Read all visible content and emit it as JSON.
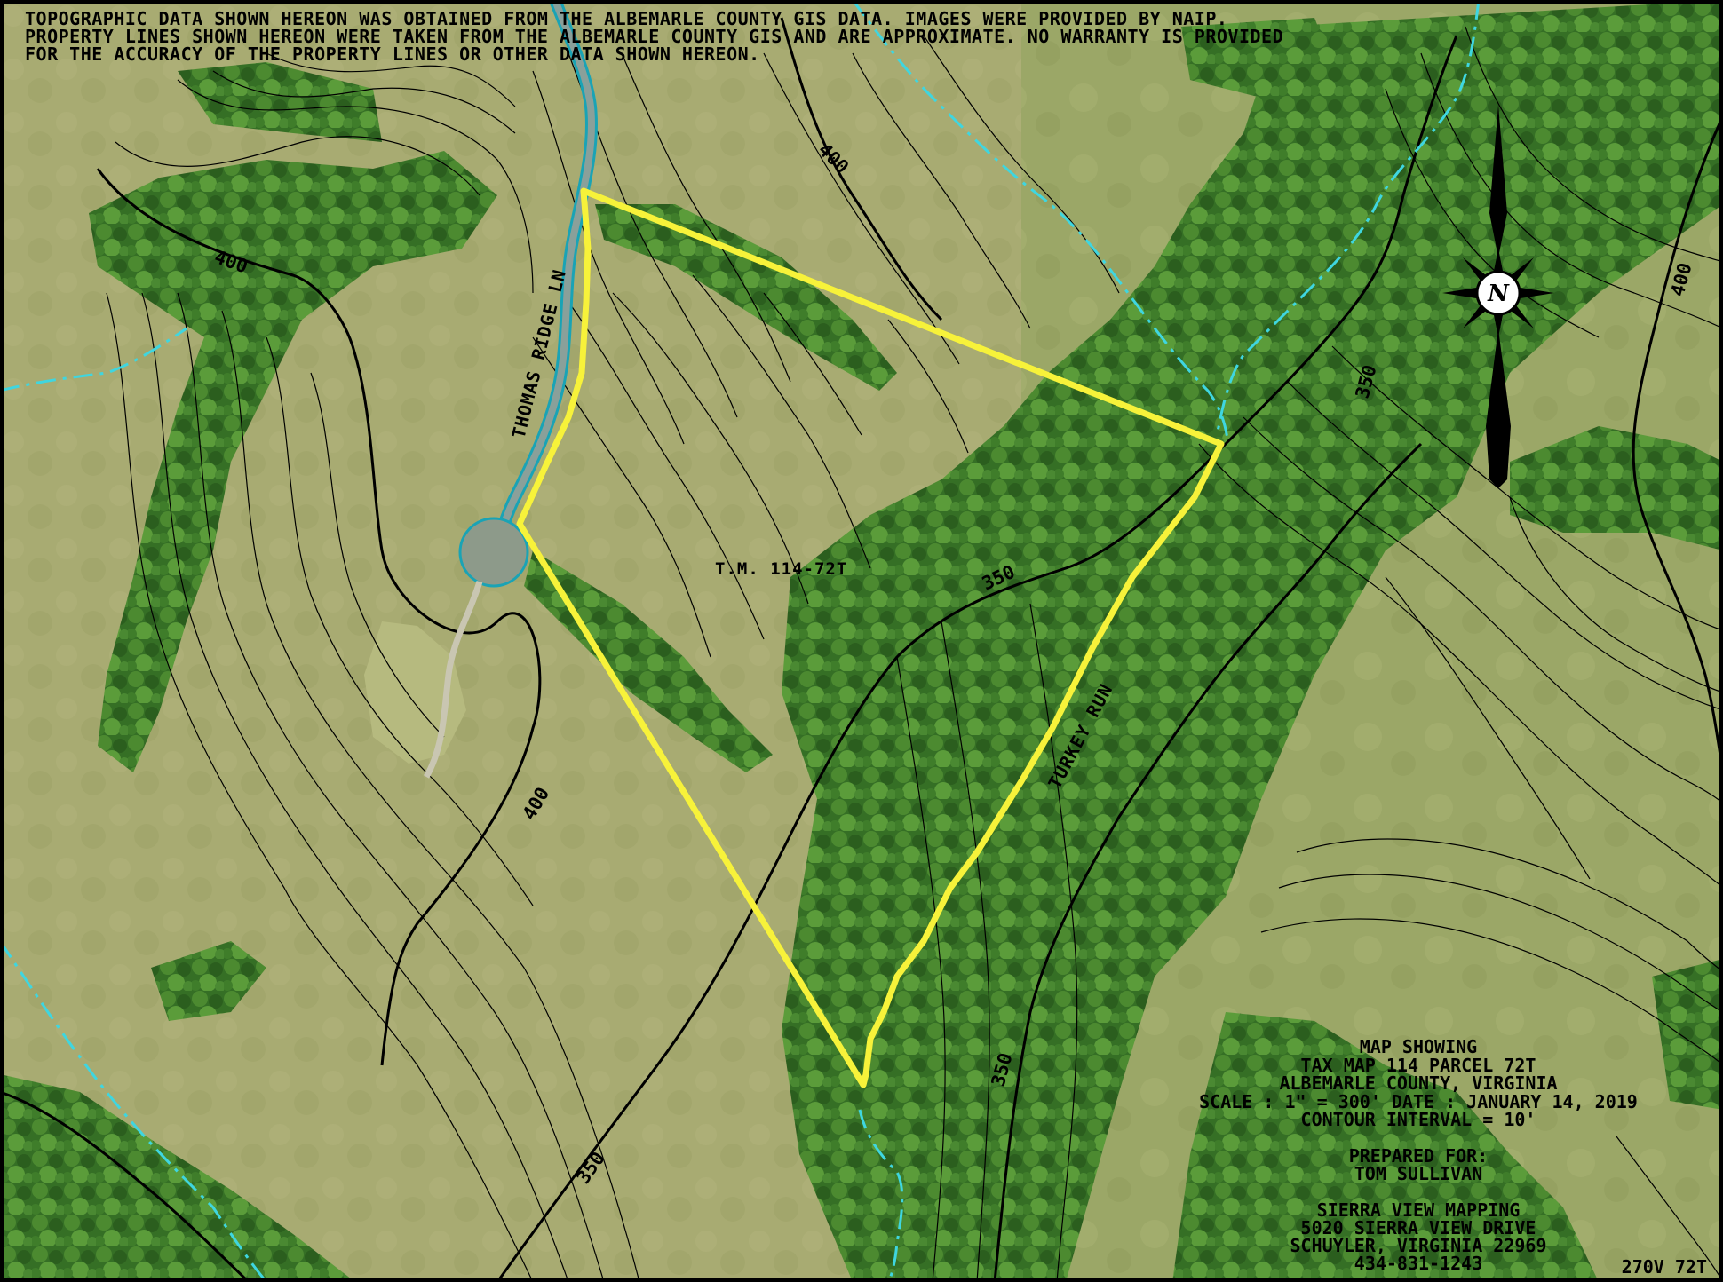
{
  "notes": {
    "line1": "TOPOGRAPHIC DATA SHOWN HEREON WAS OBTAINED FROM THE ALBEMARLE COUNTY GIS DATA.  IMAGES WERE PROVIDED BY NAIP.",
    "line2": "PROPERTY LINES SHOWN HEREON WERE TAKEN FROM THE ALBEMARLE COUNTY GIS AND ARE APPROXIMATE.  NO WARRANTY IS PROVIDED",
    "line3": "FOR THE ACCURACY OF THE PROPERTY LINES OR OTHER DATA SHOWN HEREON."
  },
  "labels": {
    "road": "THOMAS RIDGE LN",
    "creek": "TURKEY RUN",
    "parcel": "T.M. 114-72T",
    "contour_400": "400",
    "contour_350": "350"
  },
  "title_block": {
    "line1": "MAP SHOWING",
    "line2": "TAX MAP 114 PARCEL 72T",
    "line3": "ALBEMARLE COUNTY, VIRGINIA",
    "line4": "SCALE :  1\" = 300'   DATE :  JANUARY 14, 2019",
    "line5": "CONTOUR INTERVAL = 10'",
    "line6": "PREPARED FOR:",
    "line7": "TOM SULLIVAN",
    "line8": "SIERRA VIEW MAPPING",
    "line9": "5020 SIERRA VIEW DRIVE",
    "line10": "SCHUYLER, VIRGINIA 22969",
    "line11": "434-831-1243"
  },
  "sheet_id": "270V 72T",
  "north_arrow": {
    "letter": "N",
    "icon": "compass-rose-icon"
  },
  "colors": {
    "parcel_boundary": "#f7f23a",
    "stream": "#3fd6e0",
    "road": "#1aa3b5",
    "field": "#a9ad72",
    "forest": "#3c7a2a",
    "contour": "#000000"
  }
}
